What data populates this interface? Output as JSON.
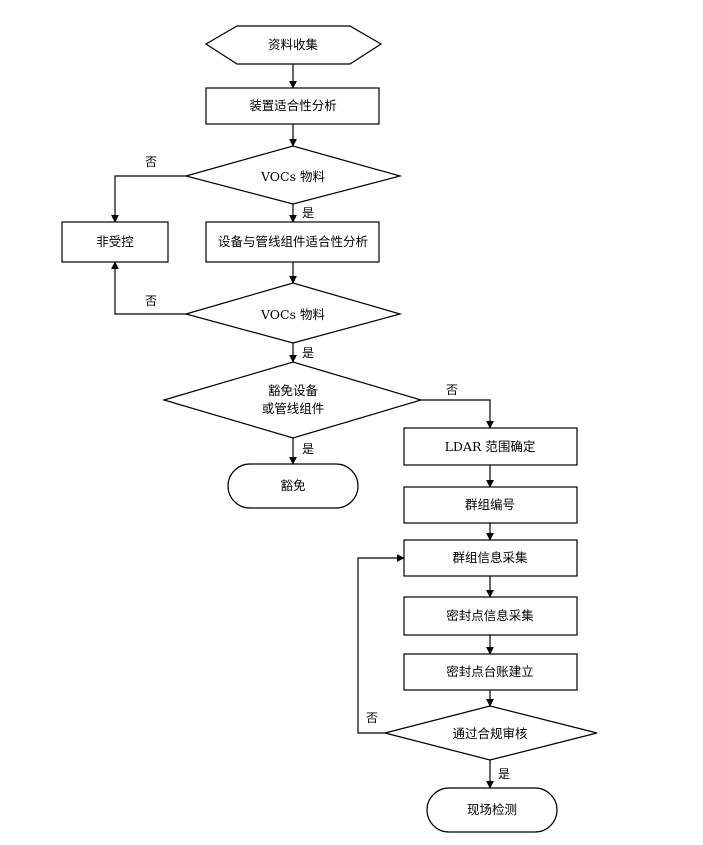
{
  "nodes": {
    "collect": "资料收集",
    "device_fit": "装置适合性分析",
    "vocs_1": "VOCs 物料",
    "non_controlled": "非受控",
    "equip_fit": "设备与管线组件适合性分析",
    "vocs_2": "VOCs 物料",
    "exempt_q_line1": "豁免设备",
    "exempt_q_line2": "或管线组件",
    "exempt": "豁免",
    "ldar_scope": "LDAR 范围确定",
    "group_no": "群组编号",
    "group_info": "群组信息采集",
    "seal_info": "密封点信息采集",
    "seal_ledger": "密封点台账建立",
    "compliance": "通过合规审核",
    "field_test": "现场检测"
  },
  "edges": {
    "vocs1_no": "否",
    "vocs1_yes": "是",
    "vocs2_no": "否",
    "vocs2_yes": "是",
    "exempt_no": "否",
    "exempt_yes": "是",
    "compliance_no": "否",
    "compliance_yes": "是"
  }
}
